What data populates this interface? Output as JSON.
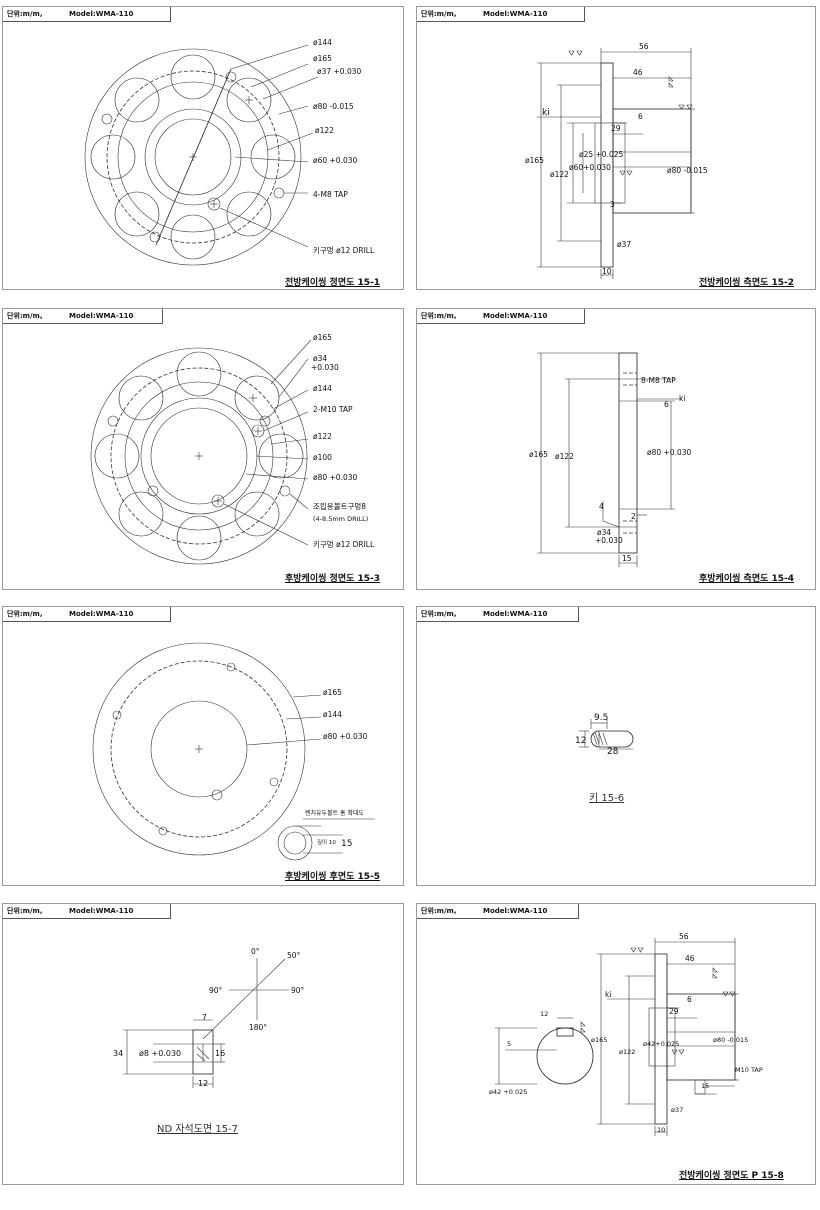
{
  "header": {
    "unit": "단위:m/m,",
    "model": "Model:WMA-110"
  },
  "panels": {
    "p1": {
      "caption": "전방케이씽 정면도 15-1",
      "labels": [
        "ø144",
        "ø165",
        "ø37 +0.030",
        "ø80 -0.015",
        "ø122",
        "ø60 +0.030",
        "4-M8 TAP",
        "키구멍 ø12 DRILL"
      ]
    },
    "p2": {
      "caption": "전방케이씽 측면도 15-2",
      "labels": [
        "56",
        "46",
        "ki",
        "6",
        "29",
        "ø25 +0.025",
        "ø60+0.030",
        "ø165",
        "ø122",
        "ø80 -0.015",
        "3",
        "ø37",
        "10"
      ]
    },
    "p3": {
      "caption": "후방케이씽 정면도 15-3",
      "labels": [
        "ø165",
        "ø34",
        "+0.030",
        "ø144",
        "2-M10 TAP",
        "ø122",
        "ø100",
        "ø80 +0.030",
        "조립용볼트구멍8",
        "(4-8.5mm DRILL)",
        "키구멍 ø12 DRILL"
      ]
    },
    "p4": {
      "caption": "후방케이씽 측면도 15-4",
      "labels": [
        "8-M8 TAP",
        "6",
        "ki",
        "ø165",
        "ø122",
        "ø80 +0.030",
        "2",
        "4",
        "ø34",
        "+0.030",
        "15"
      ]
    },
    "p5": {
      "caption": "후방케이씽 후면도 15-5",
      "labels": [
        "ø165",
        "ø144",
        "ø80 +0.030",
        "렌치유두볼트 홈 확대도",
        "깊이 10",
        "15"
      ]
    },
    "p6": {
      "caption": "키 15-6",
      "labels": [
        "9.5",
        "12",
        "28"
      ]
    },
    "p7": {
      "caption": "ND 자석도면 15-7",
      "labels": [
        "0°",
        "50°",
        "90°",
        "90°",
        "180°",
        "7",
        "34",
        "ø8 +0.030",
        "16",
        "12"
      ]
    },
    "p8": {
      "caption": "전방케이씽 정면도 P 15-8",
      "labels": [
        "56",
        "46",
        "ki",
        "6",
        "29",
        "ø165",
        "ø122",
        "ø42+0.025",
        "ø80 -0.015",
        "M10 TAP",
        "15",
        "ø37",
        "10",
        "5",
        "12",
        "ø42 +0.025"
      ]
    }
  }
}
